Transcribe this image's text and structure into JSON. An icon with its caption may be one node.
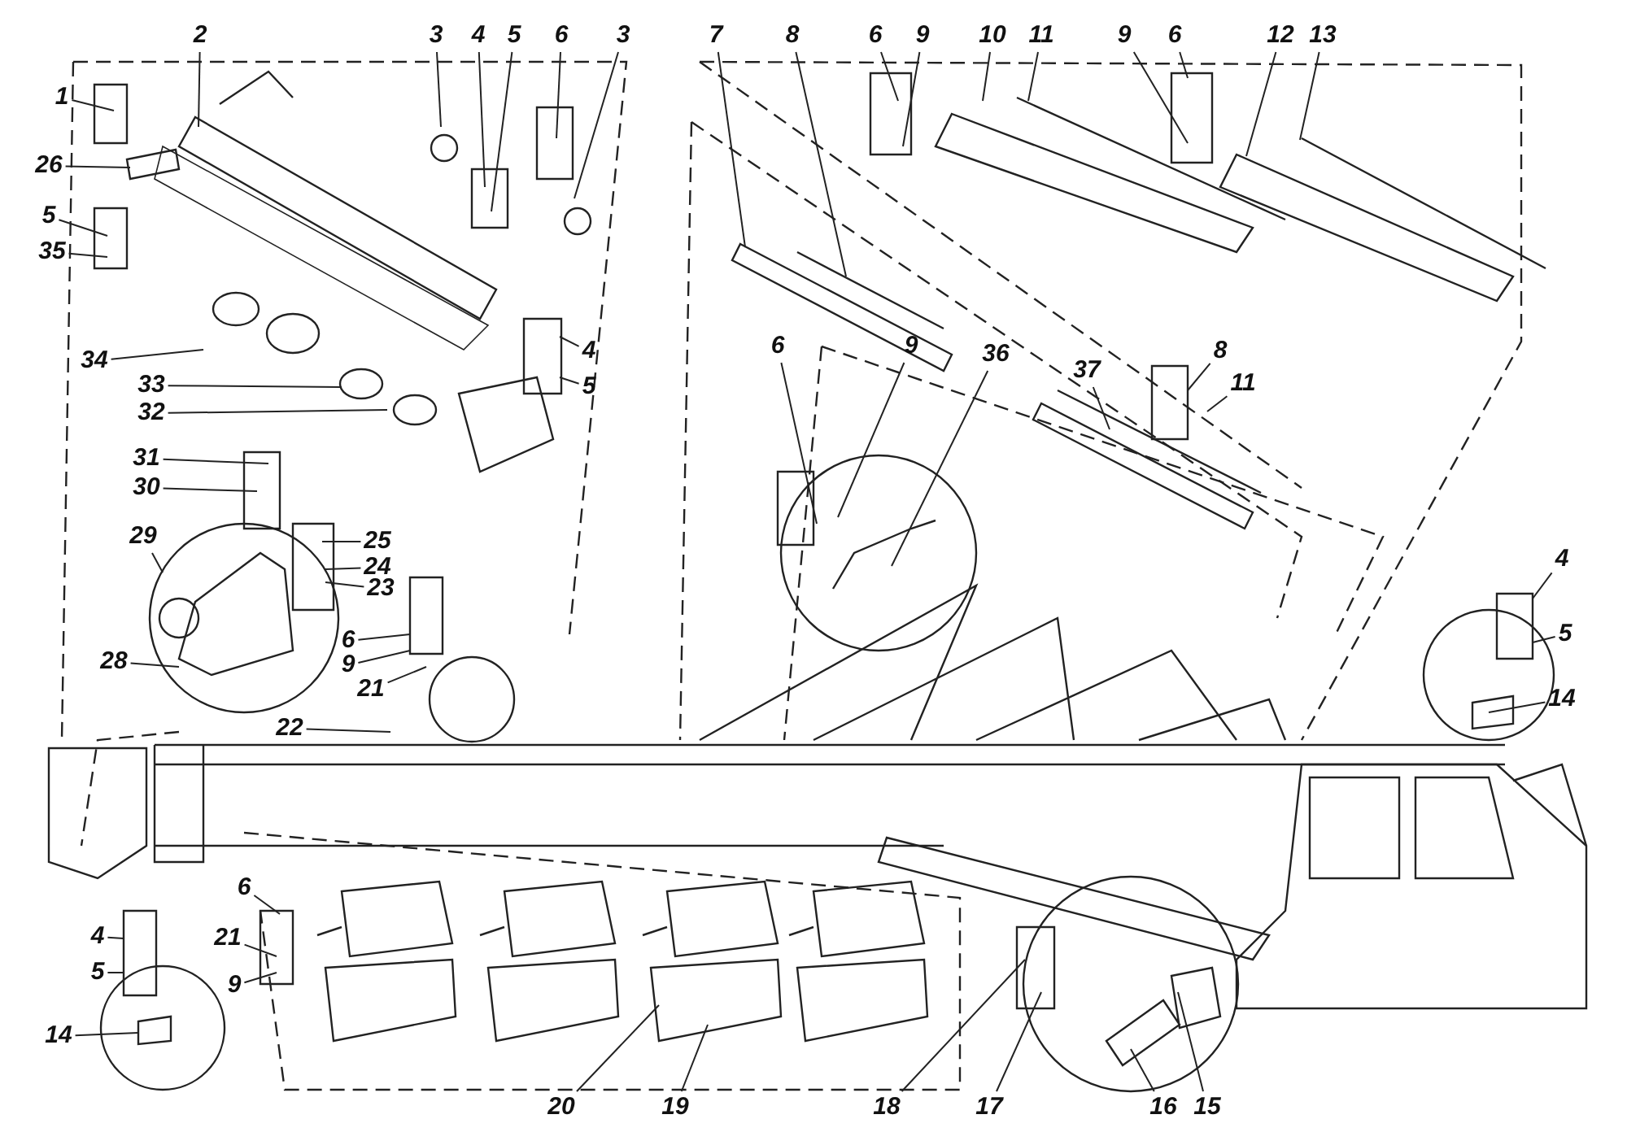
{
  "diagram": {
    "nodes": [
      {
        "text": [
          "1"
        ]
      },
      {
        "text": [
          "2"
        ]
      },
      {
        "text": [
          "3"
        ]
      },
      {
        "text": [
          "4"
        ]
      },
      {
        "text": [
          "5"
        ]
      },
      {
        "text": [
          "6"
        ]
      },
      {
        "text": [
          "3"
        ]
      },
      {
        "text": [
          "26"
        ]
      },
      {
        "text": [
          "5"
        ]
      },
      {
        "text": [
          "35"
        ]
      },
      {
        "text": [
          "34"
        ]
      },
      {
        "text": [
          "4"
        ]
      },
      {
        "text": [
          "5"
        ]
      },
      {
        "text": [
          "33"
        ]
      },
      {
        "text": [
          "32"
        ]
      },
      {
        "text": [
          "31"
        ]
      },
      {
        "text": [
          "30"
        ]
      },
      {
        "text": [
          "29"
        ]
      },
      {
        "text": [
          "25"
        ]
      },
      {
        "text": [
          "24"
        ]
      },
      {
        "text": [
          "23"
        ]
      },
      {
        "text": [
          "28"
        ]
      },
      {
        "text": [
          "6"
        ]
      },
      {
        "text": [
          "9"
        ]
      },
      {
        "text": [
          "21"
        ]
      },
      {
        "text": [
          "22"
        ]
      },
      {
        "text": [
          "7"
        ]
      },
      {
        "text": [
          "8"
        ]
      },
      {
        "text": [
          "6"
        ]
      },
      {
        "text": [
          "9"
        ]
      },
      {
        "text": [
          "10"
        ]
      },
      {
        "text": [
          "11"
        ]
      },
      {
        "text": [
          "9"
        ]
      },
      {
        "text": [
          "6"
        ]
      },
      {
        "text": [
          "12"
        ]
      },
      {
        "text": [
          "13"
        ]
      },
      {
        "text": [
          "6"
        ]
      },
      {
        "text": [
          "9"
        ]
      },
      {
        "text": [
          "36"
        ]
      },
      {
        "text": [
          "37"
        ]
      },
      {
        "text": [
          "8"
        ]
      },
      {
        "text": [
          "11"
        ]
      },
      {
        "text": [
          "4"
        ]
      },
      {
        "text": [
          "5"
        ]
      },
      {
        "text": [
          "14"
        ]
      },
      {
        "text": [
          "6"
        ]
      },
      {
        "text": [
          "21"
        ]
      },
      {
        "text": [
          "9"
        ]
      },
      {
        "text": [
          "4"
        ]
      },
      {
        "text": [
          "5"
        ]
      },
      {
        "text": [
          "14"
        ]
      },
      {
        "text": [
          "20"
        ]
      },
      {
        "text": [
          "19"
        ]
      },
      {
        "text": [
          "18"
        ]
      },
      {
        "text": [
          "17"
        ]
      },
      {
        "text": [
          "16"
        ]
      },
      {
        "text": [
          "15"
        ]
      }
    ],
    "edges": [
      {
        "from": 0,
        "to": null,
        "arrow": "none"
      },
      {
        "from": 1,
        "to": null,
        "arrow": "none"
      },
      {
        "from": 2,
        "to": null,
        "arrow": "none"
      },
      {
        "from": 3,
        "to": null,
        "arrow": "none"
      },
      {
        "from": 4,
        "to": null,
        "arrow": "none"
      },
      {
        "from": 5,
        "to": null,
        "arrow": "none"
      },
      {
        "from": 6,
        "to": null,
        "arrow": "none"
      },
      {
        "from": 7,
        "to": null,
        "arrow": "none"
      },
      {
        "from": 8,
        "to": null,
        "arrow": "none"
      },
      {
        "from": 9,
        "to": null,
        "arrow": "none"
      },
      {
        "from": 10,
        "to": null,
        "arrow": "none"
      },
      {
        "from": 11,
        "to": null,
        "arrow": "none"
      },
      {
        "from": 12,
        "to": null,
        "arrow": "none"
      },
      {
        "from": 13,
        "to": null,
        "arrow": "none"
      },
      {
        "from": 14,
        "to": null,
        "arrow": "none"
      },
      {
        "from": 15,
        "to": null,
        "arrow": "none"
      },
      {
        "from": 16,
        "to": null,
        "arrow": "none"
      },
      {
        "from": 17,
        "to": null,
        "arrow": "none"
      },
      {
        "from": 18,
        "to": null,
        "arrow": "none"
      },
      {
        "from": 19,
        "to": null,
        "arrow": "none"
      },
      {
        "from": 20,
        "to": null,
        "arrow": "none"
      },
      {
        "from": 21,
        "to": null,
        "arrow": "none"
      },
      {
        "from": 22,
        "to": null,
        "arrow": "none"
      },
      {
        "from": 23,
        "to": null,
        "arrow": "none"
      },
      {
        "from": 24,
        "to": null,
        "arrow": "none"
      },
      {
        "from": 25,
        "to": null,
        "arrow": "none"
      },
      {
        "from": 26,
        "to": null,
        "arrow": "none"
      },
      {
        "from": 27,
        "to": null,
        "arrow": "none"
      },
      {
        "from": 28,
        "to": null,
        "arrow": "none"
      },
      {
        "from": 29,
        "to": null,
        "arrow": "none"
      },
      {
        "from": 30,
        "to": null,
        "arrow": "none"
      },
      {
        "from": 31,
        "to": null,
        "arrow": "none"
      },
      {
        "from": 32,
        "to": null,
        "arrow": "none"
      },
      {
        "from": 33,
        "to": null,
        "arrow": "none"
      },
      {
        "from": 34,
        "to": null,
        "arrow": "none"
      },
      {
        "from": 35,
        "to": null,
        "arrow": "none"
      },
      {
        "from": 36,
        "to": null,
        "arrow": "none"
      },
      {
        "from": 37,
        "to": null,
        "arrow": "none"
      },
      {
        "from": 38,
        "to": null,
        "arrow": "none"
      },
      {
        "from": 39,
        "to": null,
        "arrow": "none"
      },
      {
        "from": 40,
        "to": null,
        "arrow": "none"
      },
      {
        "from": 41,
        "to": null,
        "arrow": "none"
      },
      {
        "from": 42,
        "to": null,
        "arrow": "none"
      },
      {
        "from": 43,
        "to": null,
        "arrow": "none"
      },
      {
        "from": 44,
        "to": null,
        "arrow": "none"
      },
      {
        "from": 45,
        "to": null,
        "arrow": "none"
      },
      {
        "from": 46,
        "to": null,
        "arrow": "none"
      },
      {
        "from": 47,
        "to": null,
        "arrow": "none"
      },
      {
        "from": 48,
        "to": null,
        "arrow": "none"
      },
      {
        "from": 49,
        "to": null,
        "arrow": "none"
      },
      {
        "from": 50,
        "to": null,
        "arrow": "none"
      },
      {
        "from": 51,
        "to": null,
        "arrow": "none"
      },
      {
        "from": 52,
        "to": null,
        "arrow": "none"
      },
      {
        "from": 53,
        "to": null,
        "arrow": "none"
      },
      {
        "from": 54,
        "to": null,
        "arrow": "none"
      },
      {
        "from": 55,
        "to": null,
        "arrow": "none"
      },
      {
        "from": 56,
        "to": null,
        "arrow": "none"
      }
    ]
  }
}
